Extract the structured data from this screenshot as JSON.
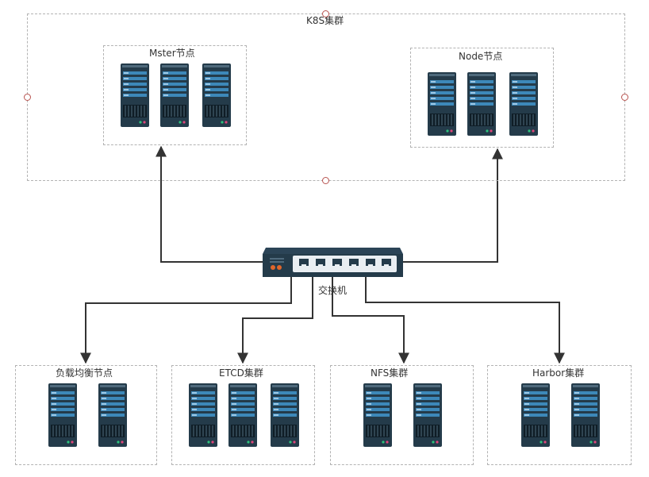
{
  "diagram": {
    "k8s_cluster": {
      "label": "K8S集群"
    },
    "master_group": {
      "label": "Mster节点"
    },
    "node_group": {
      "label": "Node节点"
    },
    "switch": {
      "label": "交换机"
    },
    "lb_group": {
      "label": "负载均衡节点"
    },
    "etcd_group": {
      "label": "ETCD集群"
    },
    "nfs_group": {
      "label": "NFS集群"
    },
    "harbor_group": {
      "label": "Harbor集群"
    }
  },
  "colors": {
    "server_body": "#243b4a",
    "server_slot": "#3d88b9",
    "server_slot_text": "#9fc7e3",
    "switch_body": "#2b4457",
    "switch_port_panel": "#e9eef2",
    "switch_led": "#e0662b",
    "dashed_border": "#b3b3b3",
    "connector": "#333333",
    "handle": "#b85450"
  }
}
